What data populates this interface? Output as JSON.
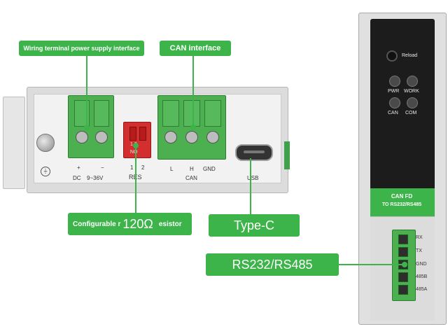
{
  "callouts": {
    "wiring_terminal": "Wiring terminal power supply interface",
    "can_interface": "CAN interface",
    "configurable_resistor_prefix": "Configurable r",
    "configurable_resistor_value": "120Ω",
    "configurable_resistor_suffix": "esistor",
    "type_c": "Type-C",
    "rs232_rs485": "RS232/RS485"
  },
  "front_panel": {
    "plus": "+",
    "minus": "−",
    "dc": "DC",
    "voltage": "9~36V",
    "res_num_1": "1",
    "res_num_2": "2",
    "res": "RES",
    "dip_numbers": "1 2",
    "dip_on": "ON",
    "l": "L",
    "h": "H",
    "gnd": "GND",
    "can": "CAN",
    "usb": "USB"
  },
  "side_panel": {
    "reload": "Reload",
    "pwr": "PWR",
    "work": "WORK",
    "can": "CAN",
    "com": "COM",
    "badge_line1": "CAN FD",
    "badge_line2": "TO RS232/RS485",
    "rx": "RX",
    "tx": "TX",
    "gnd": "GND",
    "485b": "485B",
    "485a": "485A"
  },
  "colors": {
    "accent_green": "#3cb44a",
    "terminal_green": "#4caf50",
    "dip_red": "#d32f2f",
    "housing_gray": "#d9d9d9"
  }
}
